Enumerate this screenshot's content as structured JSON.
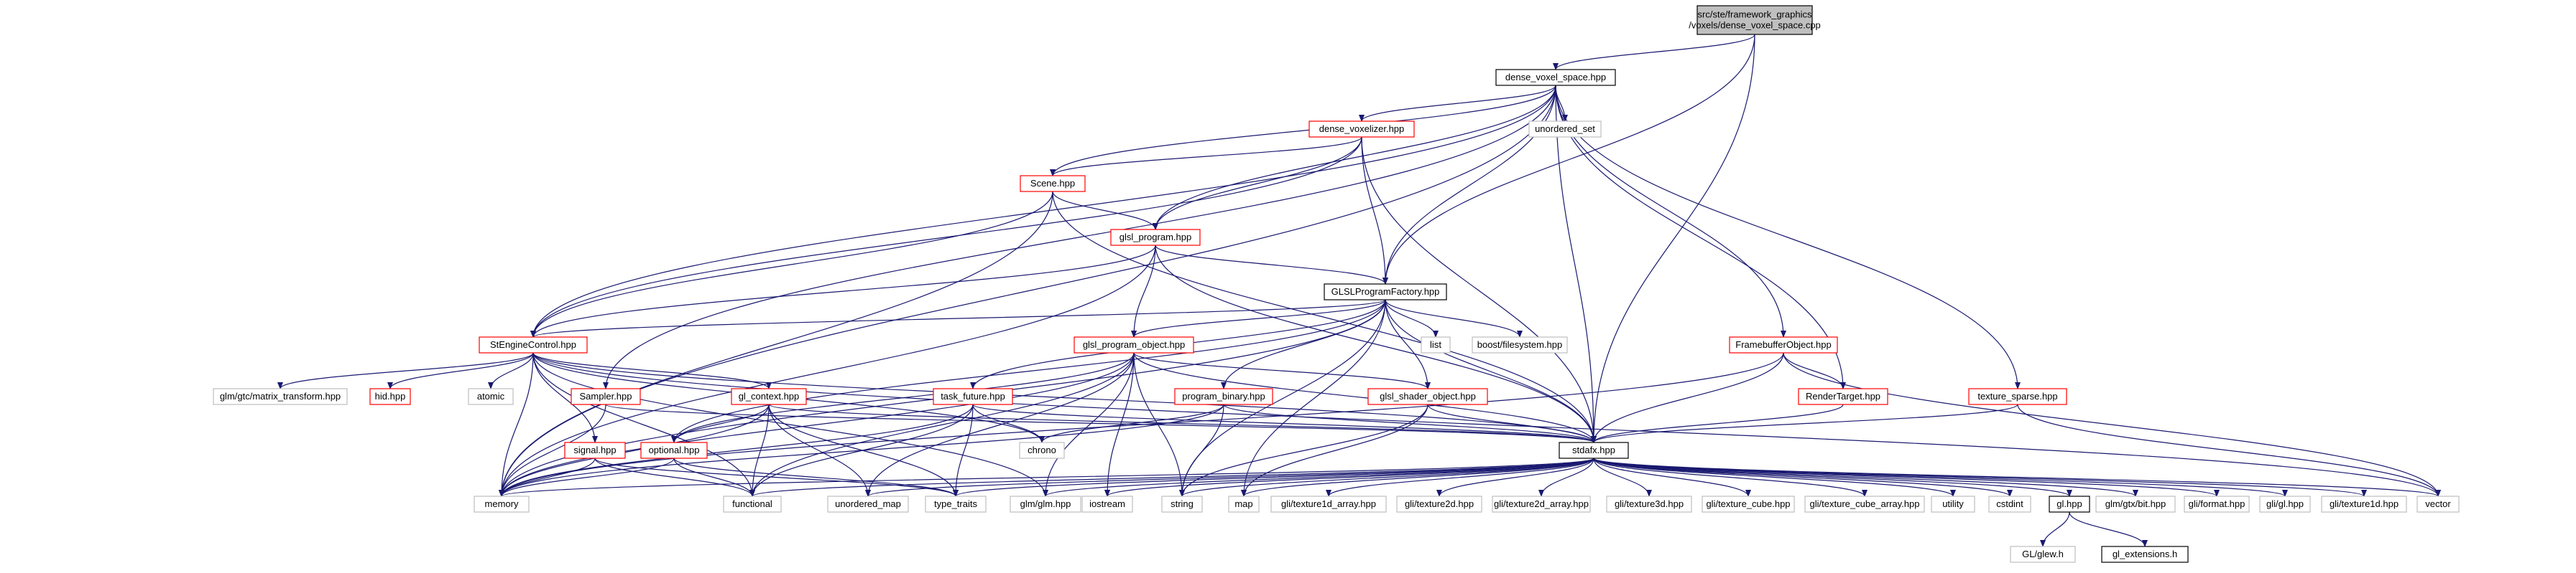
{
  "diagram": {
    "title": "",
    "colors": {
      "edge": "#191970",
      "root_fill": "#bfbfbf",
      "red_border": "#ff0000",
      "gray_border": "#bfbfbf",
      "black_border": "#000000",
      "node_fill": "#ffffff"
    },
    "nodes": [
      {
        "id": "root",
        "lines": [
          "src/ste/framework_graphics",
          "/voxels/dense_voxel_space.cpp"
        ],
        "style": "root"
      },
      {
        "id": "dvs",
        "lines": [
          "dense_voxel_space.hpp"
        ],
        "style": "black"
      },
      {
        "id": "dvz",
        "lines": [
          "dense_voxelizer.hpp"
        ],
        "style": "red"
      },
      {
        "id": "uset",
        "lines": [
          "unordered_set"
        ],
        "style": "gray"
      },
      {
        "id": "scene",
        "lines": [
          "Scene.hpp"
        ],
        "style": "red"
      },
      {
        "id": "glslprog",
        "lines": [
          "glsl_program.hpp"
        ],
        "style": "red"
      },
      {
        "id": "glslfac",
        "lines": [
          "GLSLProgramFactory.hpp"
        ],
        "style": "black"
      },
      {
        "id": "steng",
        "lines": [
          "StEngineControl.hpp"
        ],
        "style": "red"
      },
      {
        "id": "glslpo",
        "lines": [
          "glsl_program_object.hpp"
        ],
        "style": "red"
      },
      {
        "id": "list",
        "lines": [
          "list"
        ],
        "style": "gray"
      },
      {
        "id": "boostfs",
        "lines": [
          "boost/filesystem.hpp"
        ],
        "style": "gray"
      },
      {
        "id": "fbo",
        "lines": [
          "FramebufferObject.hpp"
        ],
        "style": "red"
      },
      {
        "id": "rtarget",
        "lines": [
          "RenderTarget.hpp"
        ],
        "style": "red"
      },
      {
        "id": "texsparse",
        "lines": [
          "texture_sparse.hpp"
        ],
        "style": "red"
      },
      {
        "id": "glmmt",
        "lines": [
          "glm/gtc/matrix_transform.hpp"
        ],
        "style": "gray"
      },
      {
        "id": "hid",
        "lines": [
          "hid.hpp"
        ],
        "style": "red"
      },
      {
        "id": "atomic",
        "lines": [
          "atomic"
        ],
        "style": "gray"
      },
      {
        "id": "sampler",
        "lines": [
          "Sampler.hpp"
        ],
        "style": "red"
      },
      {
        "id": "glctx",
        "lines": [
          "gl_context.hpp"
        ],
        "style": "red"
      },
      {
        "id": "taskf",
        "lines": [
          "task_future.hpp"
        ],
        "style": "red"
      },
      {
        "id": "progbin",
        "lines": [
          "program_binary.hpp"
        ],
        "style": "red"
      },
      {
        "id": "glslso",
        "lines": [
          "glsl_shader_object.hpp"
        ],
        "style": "red"
      },
      {
        "id": "signal",
        "lines": [
          "signal.hpp"
        ],
        "style": "red"
      },
      {
        "id": "optional",
        "lines": [
          "optional.hpp"
        ],
        "style": "red"
      },
      {
        "id": "chrono",
        "lines": [
          "chrono"
        ],
        "style": "gray"
      },
      {
        "id": "stdafx",
        "lines": [
          "stdafx.hpp"
        ],
        "style": "black"
      },
      {
        "id": "memory",
        "lines": [
          "memory"
        ],
        "style": "gray"
      },
      {
        "id": "functional",
        "lines": [
          "functional"
        ],
        "style": "gray"
      },
      {
        "id": "umap",
        "lines": [
          "unordered_map"
        ],
        "style": "gray"
      },
      {
        "id": "typetraits",
        "lines": [
          "type_traits"
        ],
        "style": "gray"
      },
      {
        "id": "glmglm",
        "lines": [
          "glm/glm.hpp"
        ],
        "style": "gray"
      },
      {
        "id": "iostream",
        "lines": [
          "iostream"
        ],
        "style": "gray"
      },
      {
        "id": "string",
        "lines": [
          "string"
        ],
        "style": "gray"
      },
      {
        "id": "map",
        "lines": [
          "map"
        ],
        "style": "gray"
      },
      {
        "id": "gli1da",
        "lines": [
          "gli/texture1d_array.hpp"
        ],
        "style": "gray"
      },
      {
        "id": "gli2d",
        "lines": [
          "gli/texture2d.hpp"
        ],
        "style": "gray"
      },
      {
        "id": "gli2da",
        "lines": [
          "gli/texture2d_array.hpp"
        ],
        "style": "gray"
      },
      {
        "id": "gli3d",
        "lines": [
          "gli/texture3d.hpp"
        ],
        "style": "gray"
      },
      {
        "id": "glicube",
        "lines": [
          "gli/texture_cube.hpp"
        ],
        "style": "gray"
      },
      {
        "id": "glicubea",
        "lines": [
          "gli/texture_cube_array.hpp"
        ],
        "style": "gray"
      },
      {
        "id": "utility",
        "lines": [
          "utility"
        ],
        "style": "gray"
      },
      {
        "id": "cstdint",
        "lines": [
          "cstdint"
        ],
        "style": "gray"
      },
      {
        "id": "glhpp",
        "lines": [
          "gl.hpp"
        ],
        "style": "black"
      },
      {
        "id": "glmbit",
        "lines": [
          "glm/gtx/bit.hpp"
        ],
        "style": "gray"
      },
      {
        "id": "gliformat",
        "lines": [
          "gli/format.hpp"
        ],
        "style": "gray"
      },
      {
        "id": "gligl",
        "lines": [
          "gli/gl.hpp"
        ],
        "style": "gray"
      },
      {
        "id": "gli1d",
        "lines": [
          "gli/texture1d.hpp"
        ],
        "style": "gray"
      },
      {
        "id": "vector",
        "lines": [
          "vector"
        ],
        "style": "gray"
      },
      {
        "id": "glew",
        "lines": [
          "GL/glew.h"
        ],
        "style": "gray"
      },
      {
        "id": "glext",
        "lines": [
          "gl_extensions.h"
        ],
        "style": "black"
      }
    ],
    "edges": [
      [
        "root",
        "dvs"
      ],
      [
        "root",
        "glslfac"
      ],
      [
        "root",
        "stdafx"
      ],
      [
        "dvs",
        "dvz"
      ],
      [
        "dvs",
        "uset"
      ],
      [
        "dvs",
        "scene"
      ],
      [
        "dvs",
        "glslprog"
      ],
      [
        "dvs",
        "glslfac"
      ],
      [
        "dvs",
        "steng"
      ],
      [
        "dvs",
        "fbo"
      ],
      [
        "dvs",
        "rtarget"
      ],
      [
        "dvs",
        "texsparse"
      ],
      [
        "dvs",
        "sampler"
      ],
      [
        "dvs",
        "stdafx"
      ],
      [
        "dvs",
        "memory"
      ],
      [
        "dvz",
        "scene"
      ],
      [
        "dvz",
        "glslprog"
      ],
      [
        "dvz",
        "glslfac"
      ],
      [
        "dvz",
        "steng"
      ],
      [
        "dvz",
        "stdafx"
      ],
      [
        "scene",
        "glslprog"
      ],
      [
        "scene",
        "steng"
      ],
      [
        "scene",
        "stdafx"
      ],
      [
        "scene",
        "memory"
      ],
      [
        "glslprog",
        "glslfac"
      ],
      [
        "glslprog",
        "steng"
      ],
      [
        "glslprog",
        "glslpo"
      ],
      [
        "glslprog",
        "stdafx"
      ],
      [
        "glslprog",
        "memory"
      ],
      [
        "glslfac",
        "steng"
      ],
      [
        "glslfac",
        "glslpo"
      ],
      [
        "glslfac",
        "list"
      ],
      [
        "glslfac",
        "boostfs"
      ],
      [
        "glslfac",
        "progbin"
      ],
      [
        "glslfac",
        "glslso"
      ],
      [
        "glslfac",
        "taskf"
      ],
      [
        "glslfac",
        "optional"
      ],
      [
        "glslfac",
        "stdafx"
      ],
      [
        "glslfac",
        "string"
      ],
      [
        "glslfac",
        "map"
      ],
      [
        "glslfac",
        "memory"
      ],
      [
        "steng",
        "glmmt"
      ],
      [
        "steng",
        "hid"
      ],
      [
        "steng",
        "atomic"
      ],
      [
        "steng",
        "glctx"
      ],
      [
        "steng",
        "signal"
      ],
      [
        "steng",
        "chrono"
      ],
      [
        "steng",
        "stdafx"
      ],
      [
        "steng",
        "memory"
      ],
      [
        "steng",
        "functional"
      ],
      [
        "steng",
        "glmglm"
      ],
      [
        "steng",
        "vector"
      ],
      [
        "glslpo",
        "glslso"
      ],
      [
        "glslpo",
        "stdafx"
      ],
      [
        "glslpo",
        "umap"
      ],
      [
        "glslpo",
        "string"
      ],
      [
        "glslpo",
        "glmglm"
      ],
      [
        "glslpo",
        "iostream"
      ],
      [
        "glslpo",
        "memory"
      ],
      [
        "glslpo",
        "functional"
      ],
      [
        "glslpo",
        "optional"
      ],
      [
        "fbo",
        "rtarget"
      ],
      [
        "fbo",
        "stdafx"
      ],
      [
        "fbo",
        "vector"
      ],
      [
        "fbo",
        "memory"
      ],
      [
        "rtarget",
        "stdafx"
      ],
      [
        "texsparse",
        "stdafx"
      ],
      [
        "texsparse",
        "vector"
      ],
      [
        "sampler",
        "stdafx"
      ],
      [
        "sampler",
        "memory"
      ],
      [
        "glctx",
        "stdafx"
      ],
      [
        "glctx",
        "optional"
      ],
      [
        "glctx",
        "memory"
      ],
      [
        "glctx",
        "functional"
      ],
      [
        "glctx",
        "umap"
      ],
      [
        "glctx",
        "typetraits"
      ],
      [
        "taskf",
        "stdafx"
      ],
      [
        "taskf",
        "chrono"
      ],
      [
        "taskf",
        "memory"
      ],
      [
        "taskf",
        "functional"
      ],
      [
        "taskf",
        "typetraits"
      ],
      [
        "progbin",
        "stdafx"
      ],
      [
        "progbin",
        "chrono"
      ],
      [
        "progbin",
        "string"
      ],
      [
        "progbin",
        "memory"
      ],
      [
        "glslso",
        "stdafx"
      ],
      [
        "glslso",
        "string"
      ],
      [
        "glslso",
        "map"
      ],
      [
        "signal",
        "memory"
      ],
      [
        "signal",
        "functional"
      ],
      [
        "signal",
        "typetraits"
      ],
      [
        "optional",
        "memory"
      ],
      [
        "optional",
        "functional"
      ],
      [
        "optional",
        "typetraits"
      ],
      [
        "stdafx",
        "memory"
      ],
      [
        "stdafx",
        "functional"
      ],
      [
        "stdafx",
        "umap"
      ],
      [
        "stdafx",
        "typetraits"
      ],
      [
        "stdafx",
        "glmglm"
      ],
      [
        "stdafx",
        "iostream"
      ],
      [
        "stdafx",
        "string"
      ],
      [
        "stdafx",
        "map"
      ],
      [
        "stdafx",
        "gli1da"
      ],
      [
        "stdafx",
        "gli2d"
      ],
      [
        "stdafx",
        "gli2da"
      ],
      [
        "stdafx",
        "gli3d"
      ],
      [
        "stdafx",
        "glicube"
      ],
      [
        "stdafx",
        "glicubea"
      ],
      [
        "stdafx",
        "utility"
      ],
      [
        "stdafx",
        "cstdint"
      ],
      [
        "stdafx",
        "glhpp"
      ],
      [
        "stdafx",
        "glmbit"
      ],
      [
        "stdafx",
        "gliformat"
      ],
      [
        "stdafx",
        "gligl"
      ],
      [
        "stdafx",
        "gli1d"
      ],
      [
        "stdafx",
        "vector"
      ],
      [
        "glhpp",
        "glew"
      ],
      [
        "glhpp",
        "glext"
      ]
    ]
  }
}
